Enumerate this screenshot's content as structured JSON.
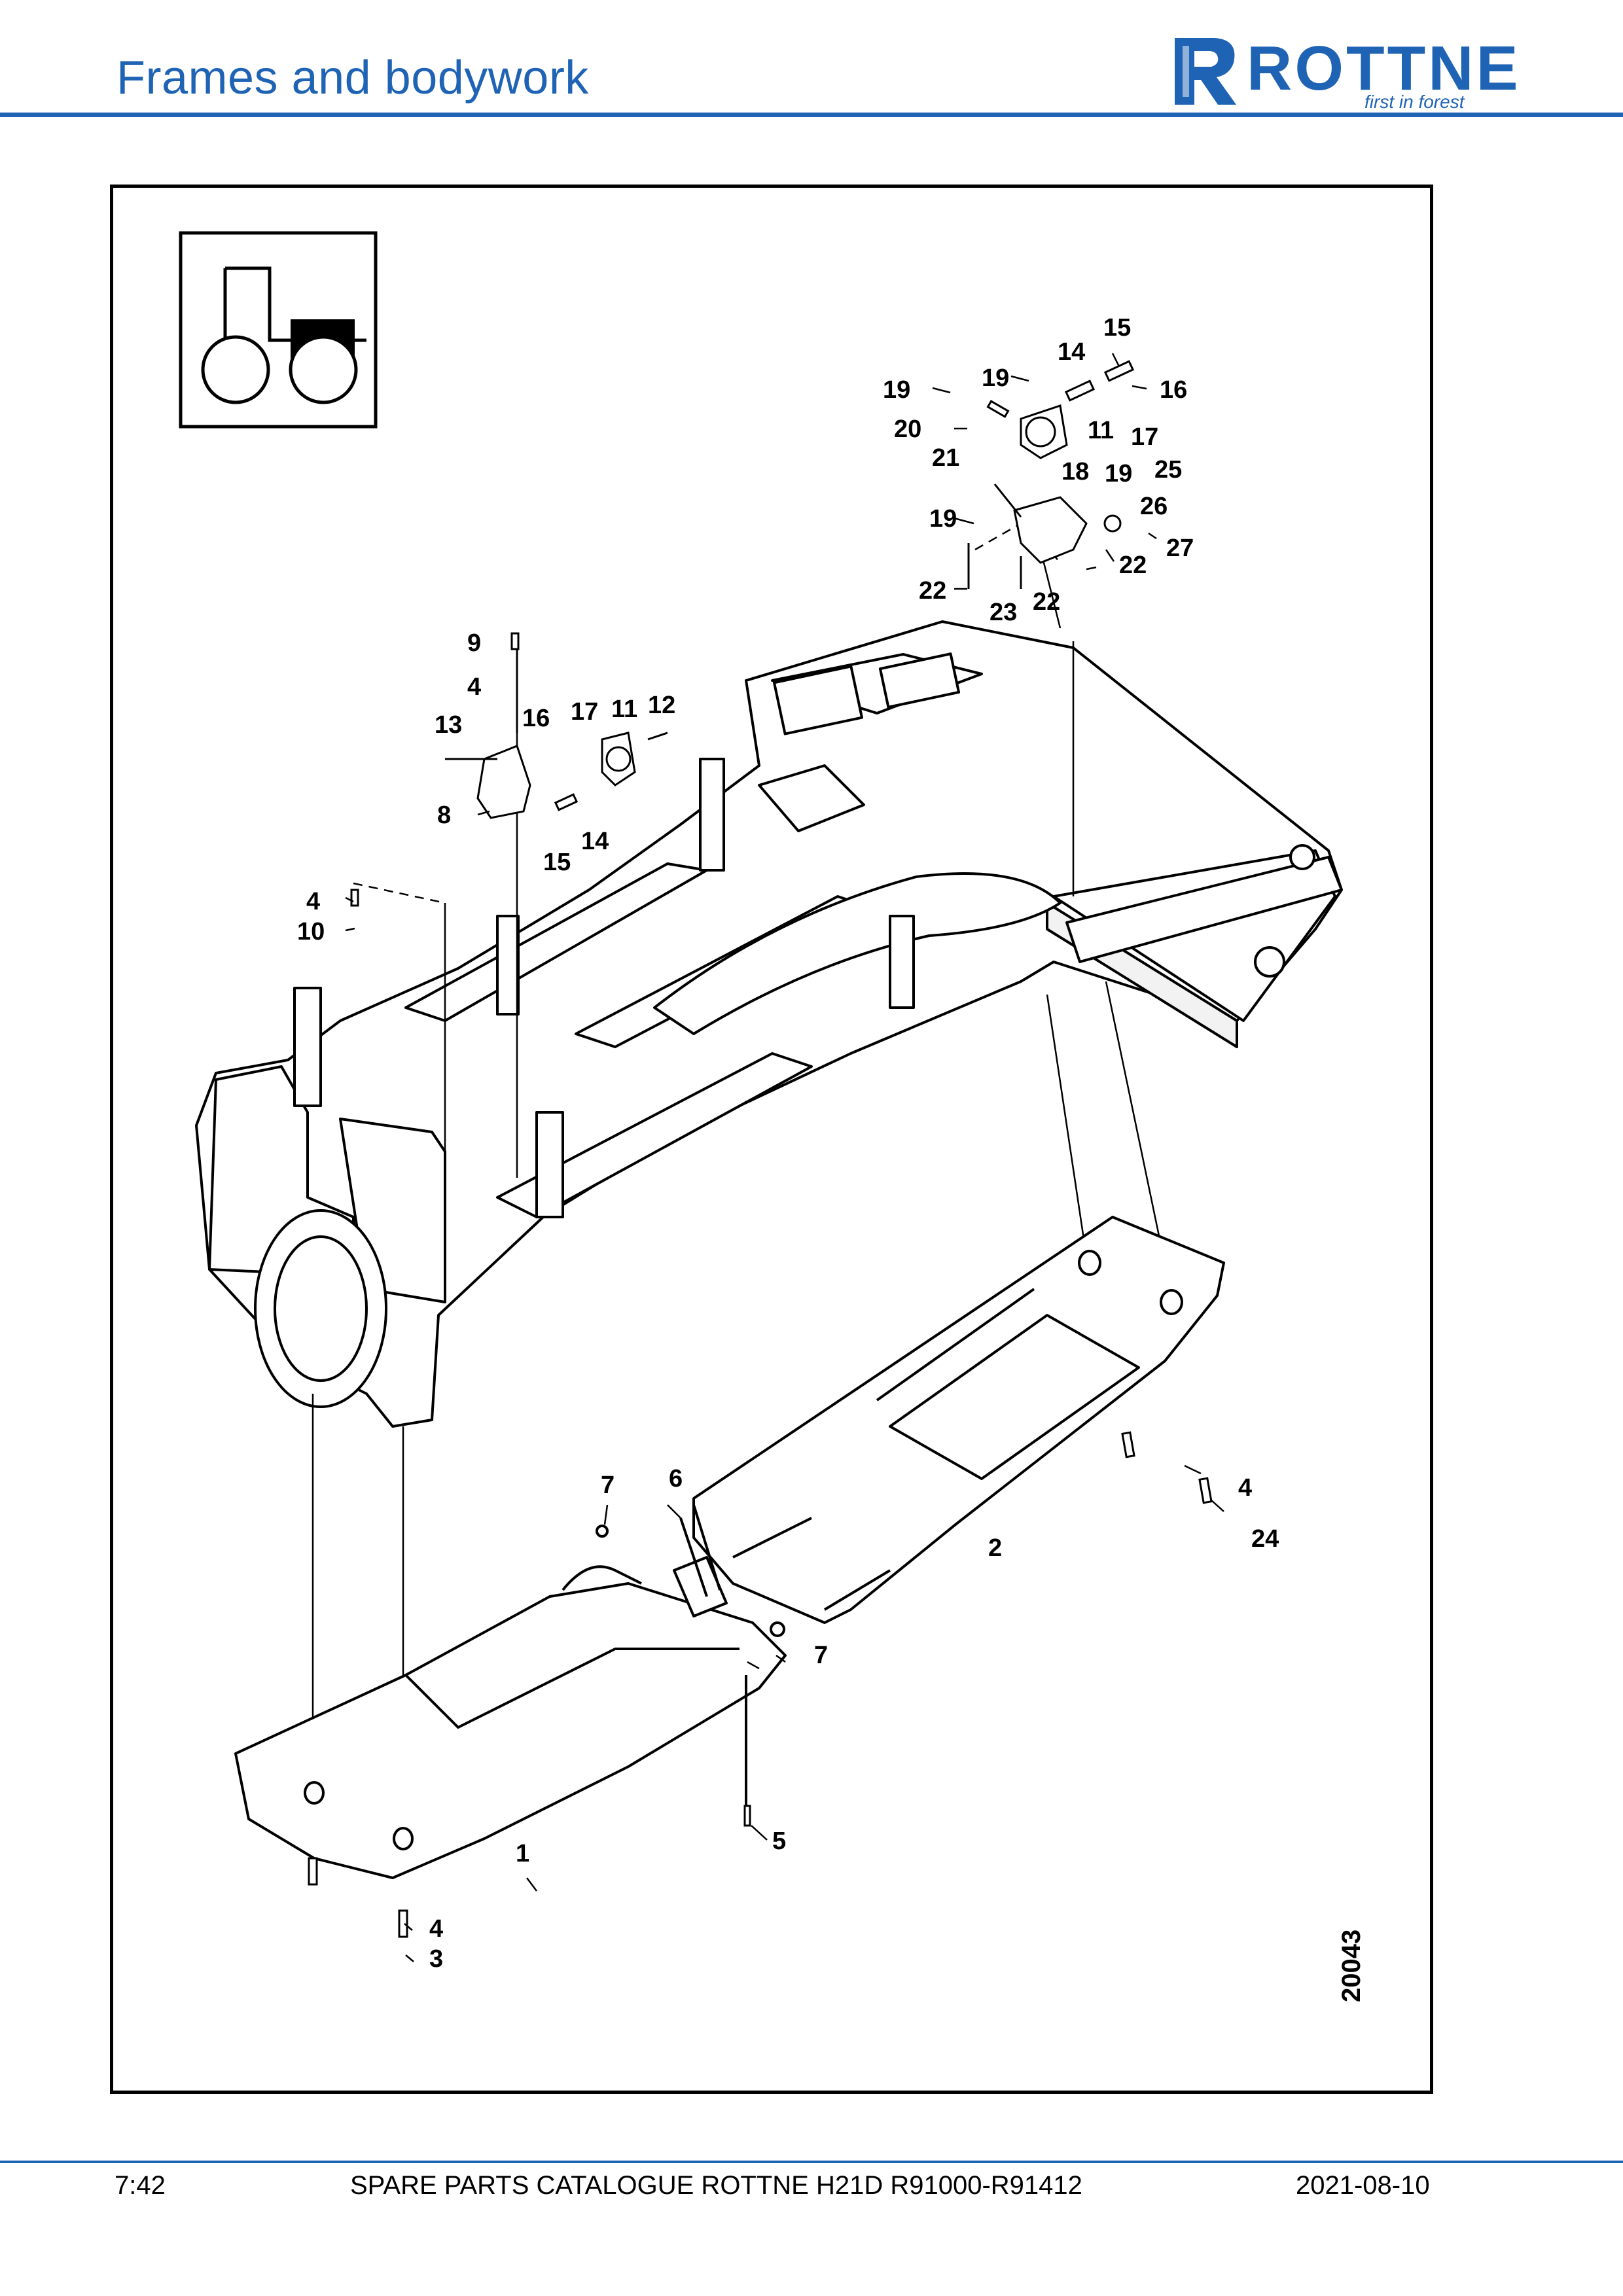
{
  "header": {
    "title": "Frames and bodywork",
    "brand": {
      "name": "ROTTNE",
      "tagline": "first in forest",
      "color": "#1f63b5"
    }
  },
  "diagram": {
    "icon": "machine-front-section-icon",
    "figure_number": "20043",
    "callouts": {
      "c1": "1",
      "c2": "2",
      "c3": "3",
      "c4a": "4",
      "c4b": "4",
      "c4c": "4",
      "c4d": "4",
      "c5": "5",
      "c6": "6",
      "c7a": "7",
      "c7b": "7",
      "c8": "8",
      "c9": "9",
      "c10": "10",
      "c11a": "11",
      "c11b": "11",
      "c12": "12",
      "c13": "13",
      "c14a": "14",
      "c14b": "14",
      "c15a": "15",
      "c15b": "15",
      "c16a": "16",
      "c16b": "16",
      "c17a": "17",
      "c17b": "17",
      "c18": "18",
      "c19a": "19",
      "c19b": "19",
      "c19c": "19",
      "c19d": "19",
      "c20": "20",
      "c21": "21",
      "c22a": "22",
      "c22b": "22",
      "c22c": "22",
      "c23": "23",
      "c24": "24",
      "c25": "25",
      "c26": "26",
      "c27": "27"
    }
  },
  "footer": {
    "page": "7:42",
    "catalogue": "SPARE PARTS CATALOGUE ROTTNE H21D R91000-R91412",
    "date": "2021-08-10"
  }
}
